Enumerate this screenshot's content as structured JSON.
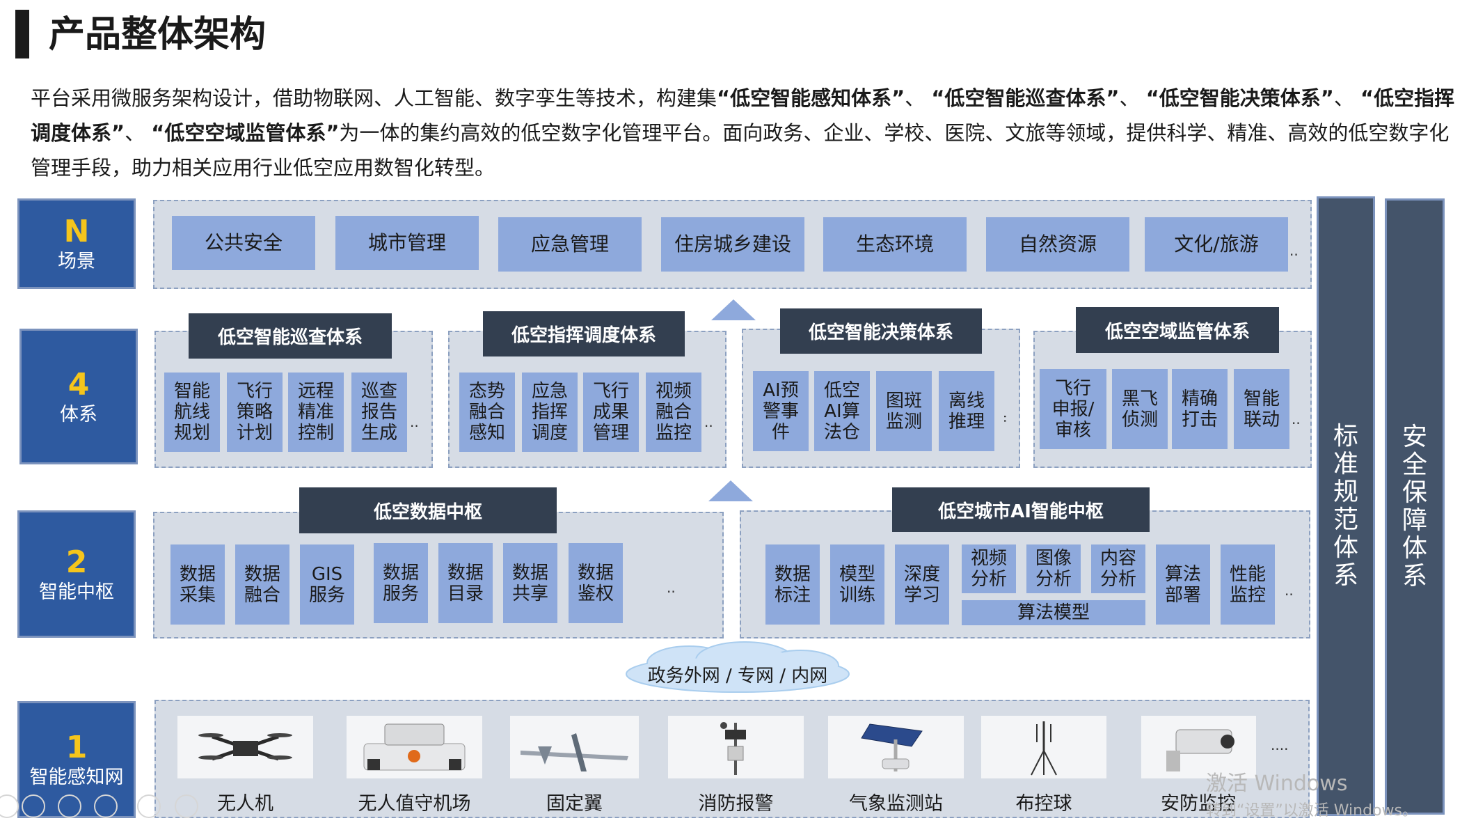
{
  "title": "产品整体架构",
  "intro": {
    "p1": "平台采用微服务架构设计，借助物联网、人工智能、数字孪生等技术，构建集",
    "b1": "“低空智能感知体系”",
    "s1": "、 ",
    "b2": "“低空智能巡查体系”",
    "s2": "、 ",
    "b3": "“低空智能决策体系”",
    "s3": "、 ",
    "b4": "“低空指挥调度体系”",
    "s4": "、 ",
    "b5": "“低空空域监管体系”",
    "p2": "为一体的集约高效的低空数字化管理平台。面向政务、企业、学校、医院、文旅等领域，提供科学、精准、高效的低空数字化管理手段，助力相关应用行业低空应用数智化转型。"
  },
  "tiers": {
    "n": {
      "num": "N",
      "label": "场景"
    },
    "four": {
      "num": "4",
      "label": "体系"
    },
    "two": {
      "num": "2",
      "label": "智能中枢"
    },
    "one": {
      "num": "1",
      "label": "智能感知网"
    }
  },
  "scenes": [
    "公共安全",
    "城市管理",
    "应急管理",
    "住房城乡建设",
    "生态环境",
    "自然资源",
    "文化/旅游"
  ],
  "more": "..",
  "more3": "....",
  "systems": [
    {
      "title": "低空智能巡查体系",
      "items": [
        "智能\n航线\n规划",
        "飞行\n策略\n计划",
        "远程\n精准\n控制",
        "巡查\n报告\n生成"
      ]
    },
    {
      "title": "低空指挥调度体系",
      "items": [
        "态势\n融合\n感知",
        "应急\n指挥\n调度",
        "飞行\n成果\n管理",
        "视频\n融合\n监控"
      ]
    },
    {
      "title": "低空智能决策体系",
      "items": [
        "AI预\n警事\n件",
        "低空\nAI算\n法仓",
        "图斑\n监测",
        "离线\n推理"
      ]
    },
    {
      "title": "低空空域监管体系",
      "items": [
        "飞行\n申报/\n审核",
        "黑飞\n侦测",
        "精确\n打击",
        "智能\n联动"
      ]
    }
  ],
  "hubs": {
    "data": {
      "title": "低空数据中枢",
      "items": [
        "数据\n采集",
        "数据\n融合",
        "GIS\n服务",
        "数据\n服务",
        "数据\n目录",
        "数据\n共享",
        "数据\n鉴权"
      ]
    },
    "ai": {
      "title": "低空城市AI智能中枢",
      "items": [
        "数据\n标注",
        "模型\n训练",
        "深度\n学习"
      ],
      "analysis": [
        "视频\n分析",
        "图像\n分析",
        "内容\n分析"
      ],
      "algo_model": "算法模型",
      "tail": [
        "算法\n部署",
        "性能\n监控"
      ]
    }
  },
  "network": "政务外网 / 专网 / 内网",
  "devices": [
    "无人机",
    "无人值守机场",
    "固定翼",
    "消防报警",
    "气象监测站",
    "布控球",
    "安防监控"
  ],
  "side": {
    "standard": "标\n准\n规\n范\n体\n系",
    "security": "安\n全\n保\n障\n体\n系"
  },
  "watermark": {
    "line1": "激活 Windows",
    "line2": "转到“设置”以激活 Windows。"
  },
  "colors": {
    "tier": "#2e5aa0",
    "card": "#8ea9dc",
    "dark": "#333f50",
    "panel": "#d6dce5",
    "side": "#44546a",
    "num": "#f5c51c"
  }
}
